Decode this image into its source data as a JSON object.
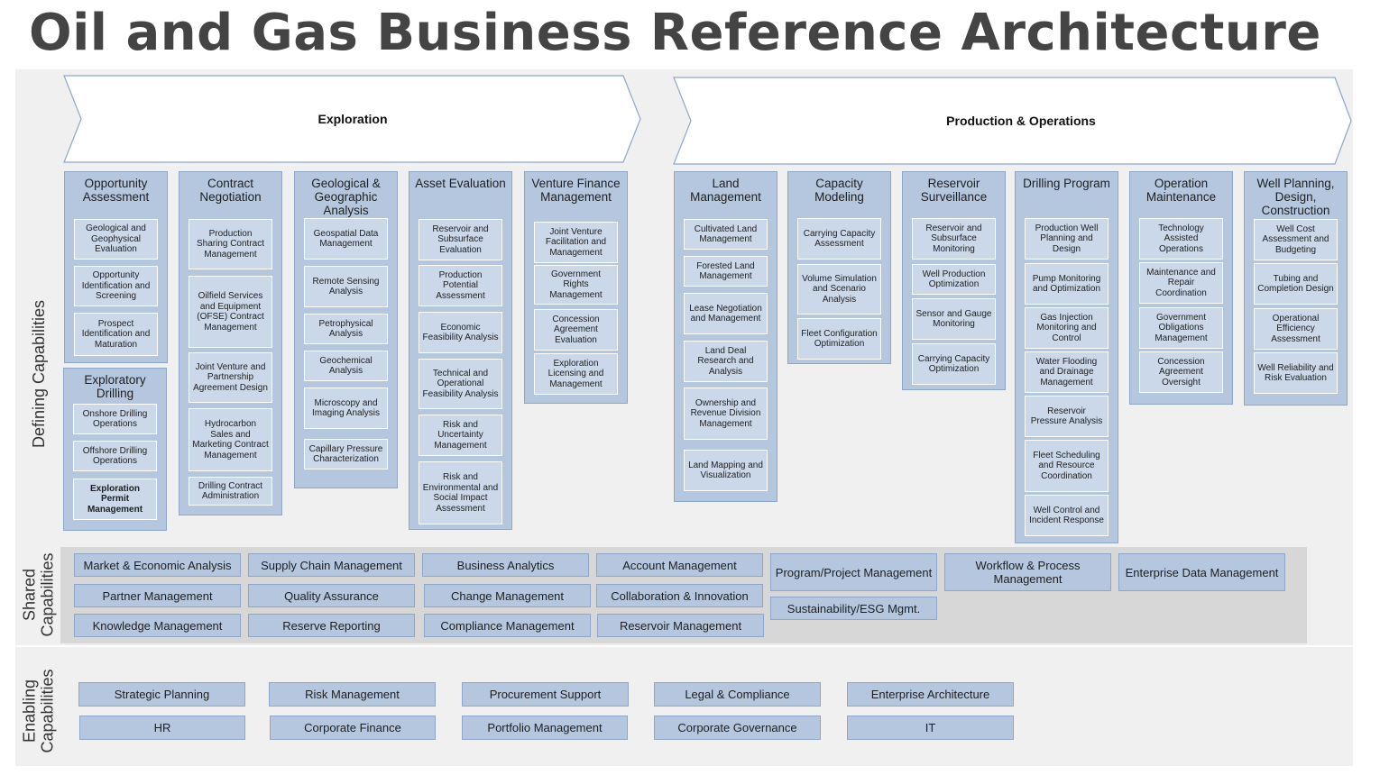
{
  "title": "Oil and Gas Business Reference Architecture",
  "sections": {
    "defining": "Defining Capabilities",
    "shared": "Shared Capabilities",
    "enabling": "Enabling Capabilities"
  },
  "chevrons": [
    {
      "label": "Exploration"
    },
    {
      "label": "Production & Operations"
    }
  ],
  "capabilities": [
    {
      "title": "Opportunity Assessment",
      "items": [
        "Geological and Geophysical Evaluation",
        "Opportunity Identification and Screening",
        "Prospect Identification and Maturation"
      ]
    },
    {
      "title": "Exploratory Drilling",
      "items": [
        "Onshore Drilling Operations",
        "Offshore Drilling Operations",
        "Exploration Permit Management"
      ]
    },
    {
      "title": "Contract Negotiation",
      "items": [
        "Production Sharing Contract Management",
        "Oilfield Services and Equipment (OFSE) Contract Management",
        "Joint Venture and Partnership Agreement Design",
        "Hydrocarbon Sales and Marketing Contract Management",
        "Drilling Contract Administration"
      ]
    },
    {
      "title": "Geological & Geographic Analysis",
      "items": [
        "Geospatial Data Management",
        "Remote Sensing Analysis",
        "Petrophysical Analysis",
        "Geochemical Analysis",
        "Microscopy and Imaging Analysis",
        "Capillary Pressure Characterization"
      ]
    },
    {
      "title": "Asset Evaluation",
      "items": [
        "Reservoir and Subsurface Evaluation",
        "Production Potential Assessment",
        "Economic Feasibility Analysis",
        "Technical and Operational Feasibility Analysis",
        "Risk and Uncertainty Management",
        "Risk and Environmental and Social Impact Assessment"
      ]
    },
    {
      "title": "Venture Finance Management",
      "items": [
        "Joint Venture Facilitation and Management",
        "Government Rights Management",
        "Concession Agreement Evaluation",
        "Exploration Licensing and Management"
      ]
    },
    {
      "title": "Land Management",
      "items": [
        "Cultivated Land Management",
        "Forested Land Management",
        "Lease Negotiation and Management",
        "Land Deal Research and Analysis",
        "Ownership and Revenue Division Management",
        "Land Mapping and Visualization"
      ]
    },
    {
      "title": "Capacity Modeling",
      "items": [
        "Carrying Capacity Assessment",
        "Volume Simulation and Scenario Analysis",
        "Fleet Configuration Optimization"
      ]
    },
    {
      "title": "Reservoir Surveillance",
      "items": [
        "Reservoir and Subsurface Monitoring",
        "Well Production Optimization",
        "Sensor and Gauge Monitoring",
        "Carrying Capacity Optimization"
      ]
    },
    {
      "title": "Drilling Program",
      "items": [
        "Production Well Planning and Design",
        "Pump Monitoring and Optimization",
        "Gas Injection Monitoring and Control",
        "Water Flooding and Drainage Management",
        "Reservoir Pressure Analysis",
        "Fleet Scheduling and Resource Coordination",
        "Well Control and Incident Response"
      ]
    },
    {
      "title": "Operation Maintenance",
      "items": [
        "Technology Assisted Operations",
        "Maintenance and Repair Coordination",
        "Government Obligations Management",
        "Concession Agreement Oversight"
      ]
    },
    {
      "title": "Well Planning, Design, Construction",
      "items": [
        "Well Cost Assessment and Budgeting",
        "Tubing and Completion Design",
        "Operational Efficiency Assessment",
        "Well Reliability and Risk Evaluation"
      ]
    }
  ],
  "shared": [
    "Market & Economic Analysis",
    "Supply Chain Management",
    "Business Analytics",
    "Account Management",
    "Program/Project Management",
    "Workflow & Process Management",
    "Enterprise Data Management",
    "Partner Management",
    "Quality Assurance",
    "Change Management",
    "Collaboration & Innovation",
    "Sustainability/ESG Mgmt.",
    "Knowledge Management",
    "Reserve Reporting",
    "Compliance Management",
    "Reservoir Management"
  ],
  "enabling": [
    "Strategic Planning",
    "Risk Management",
    "Procurement Support",
    "Legal & Compliance",
    "Enterprise Architecture",
    "HR",
    "Corporate Finance",
    "Portfolio Management",
    "Corporate Governance",
    "IT"
  ]
}
